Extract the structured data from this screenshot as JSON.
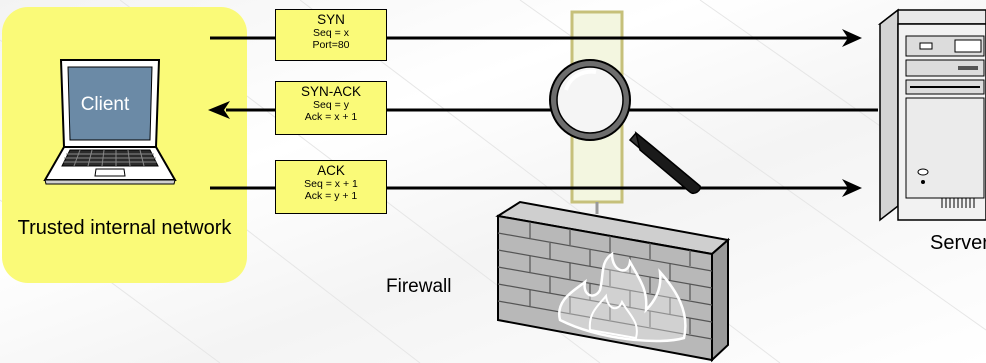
{
  "client": {
    "label": "Client"
  },
  "network": {
    "label": "Trusted internal network"
  },
  "firewall": {
    "label": "Firewall"
  },
  "server": {
    "label": "Server"
  },
  "messages": [
    {
      "title": "SYN",
      "line1": "Seq = x",
      "line2": "Port=80",
      "direction": "to-server"
    },
    {
      "title": "SYN-ACK",
      "line1": "Seq = y",
      "line2": "Ack = x + 1",
      "direction": "to-client"
    },
    {
      "title": "ACK",
      "line1": "Seq = x + 1",
      "line2": "Ack = y + 1",
      "direction": "to-server"
    }
  ],
  "colors": {
    "highlight": "#fafa78",
    "inspection_band": "#f3f6e0",
    "inspection_band_border": "#c6c07a",
    "arrow": "#000000",
    "client_screen": "#6b8aa6"
  },
  "icons": [
    "laptop-icon",
    "server-icon",
    "firewall-icon",
    "magnifier-icon"
  ]
}
